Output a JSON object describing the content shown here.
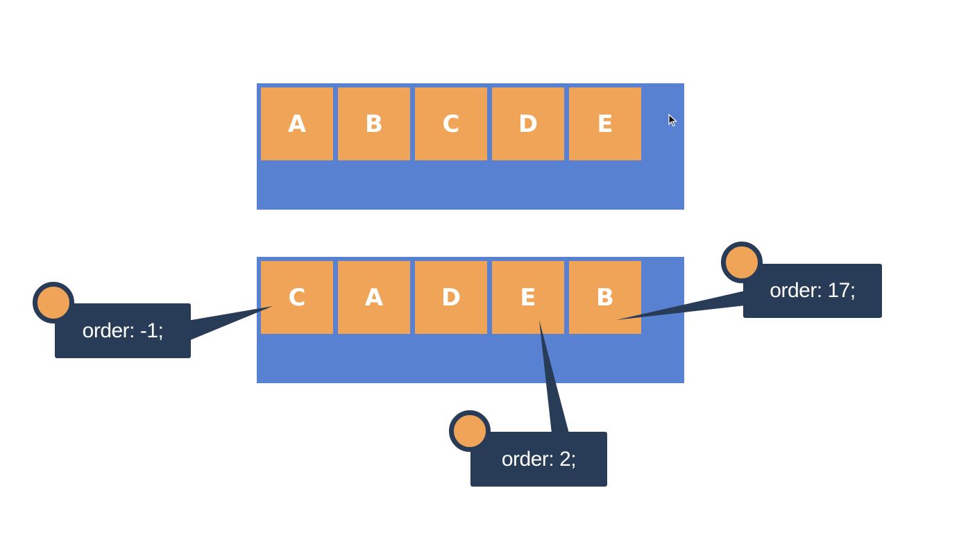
{
  "top_row": {
    "items": [
      "A",
      "B",
      "C",
      "D",
      "E"
    ]
  },
  "bottom_row": {
    "items": [
      "C",
      "A",
      "D",
      "E",
      "B"
    ]
  },
  "callouts": {
    "left": "order: -1;",
    "right": "order: 17;",
    "bottom": "order: 2;"
  },
  "colors": {
    "container": "#5981d1",
    "item": "#f0a458",
    "callout": "#283c58",
    "text": "#ffffff"
  },
  "icons": {
    "cursor": "mouse-pointer-icon"
  }
}
